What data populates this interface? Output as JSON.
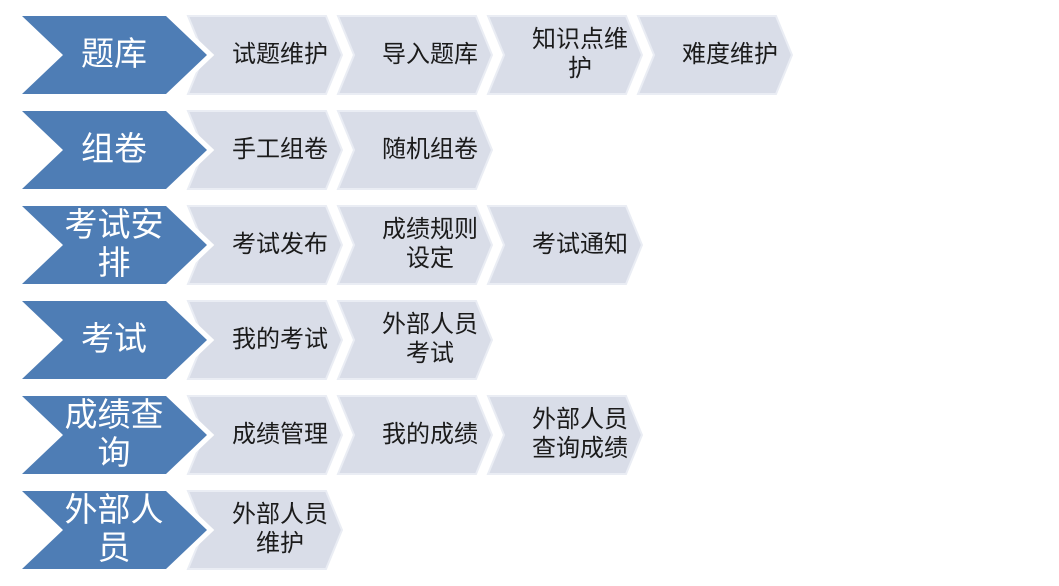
{
  "diagram_title": "exam-system-function-chevron-list",
  "colors": {
    "leader_fill": "#4E7DB5",
    "step_fill": "#D9DDE8",
    "step_border": "#EAEDF4",
    "halo": "#FFFFFF",
    "leader_text": "#FFFFFF",
    "step_text": "#1B1B1B",
    "background": "#FFFFFF"
  },
  "rows": [
    {
      "id": "question-bank",
      "leader": "题库",
      "steps": [
        "试题维护",
        "导入题库",
        "知识点维护",
        "难度维护"
      ]
    },
    {
      "id": "paper-assembly",
      "leader": "组卷",
      "steps": [
        "手工组卷",
        "随机组卷"
      ]
    },
    {
      "id": "exam-arrangement",
      "leader": "考试安排",
      "steps": [
        "考试发布",
        "成绩规则设定",
        "考试通知"
      ]
    },
    {
      "id": "exam",
      "leader": "考试",
      "steps": [
        "我的考试",
        "外部人员考试"
      ]
    },
    {
      "id": "score-query",
      "leader": "成绩查询",
      "steps": [
        "成绩管理",
        "我的成绩",
        "外部人员查询成绩"
      ]
    },
    {
      "id": "external-person",
      "leader": "外部人员",
      "steps": [
        "外部人员维护"
      ]
    }
  ]
}
